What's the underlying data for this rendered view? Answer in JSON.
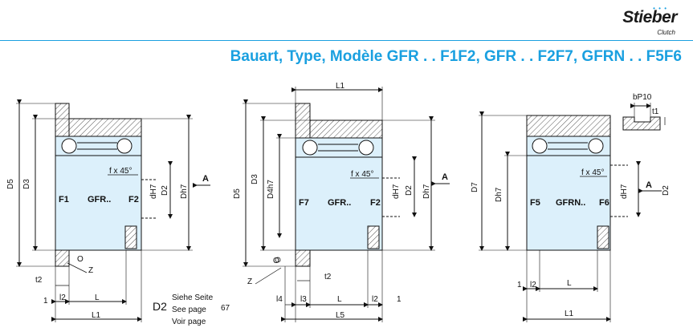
{
  "brand": {
    "name": "Stieber",
    "sub": "Clutch"
  },
  "title": "Bauart, Type, Modèle GFR . . F1F2, GFR . . F2F7, GFRN . . F5F6",
  "colors": {
    "accent": "#1aa0e0",
    "part_fill": "#dcf0fb",
    "hatch": "#555555",
    "line": "#111111"
  },
  "drawing1": {
    "labels": {
      "d5": "D5",
      "d3": "D3",
      "f1": "F1",
      "model": "GFR..",
      "f2": "F2",
      "chamfer": "f x 45°",
      "dh7": "dH7",
      "d2": "D2",
      "dh7_upper": "Dh7",
      "a": "A",
      "o": "O",
      "z": "Z",
      "t2": "t2",
      "one": "1",
      "l2": "l2",
      "l": "L",
      "l1": "L1"
    }
  },
  "drawing2": {
    "labels": {
      "l1": "L1",
      "d5": "D5",
      "d3": "D3",
      "d4": "D4h7",
      "f7": "F7",
      "model": "GFR..",
      "f2": "F2",
      "chamfer": "f x 45°",
      "dh7": "dH7",
      "d2": "D2",
      "dh7_upper": "Dh7",
      "a": "A",
      "o": "O",
      "z": "Z",
      "t2": "t2",
      "l4": "l4",
      "l3": "l3",
      "l": "L",
      "l2": "l2",
      "one": "1",
      "l5": "L5"
    }
  },
  "drawing3": {
    "labels": {
      "bp10": "bP10",
      "t1": "t1",
      "d7": "D7",
      "dh7_upper": "Dh7",
      "f5": "F5",
      "model": "GFRN..",
      "f6": "F6",
      "chamfer": "f x 45°",
      "dh7": "dH7",
      "d2": "D2",
      "a": "A",
      "one": "1",
      "l2": "l2",
      "l": "L",
      "l1": "L1"
    }
  },
  "note": {
    "symbol": "D2",
    "lines": [
      "Siehe Seite",
      "See page",
      "Voir page"
    ],
    "page": "67"
  }
}
